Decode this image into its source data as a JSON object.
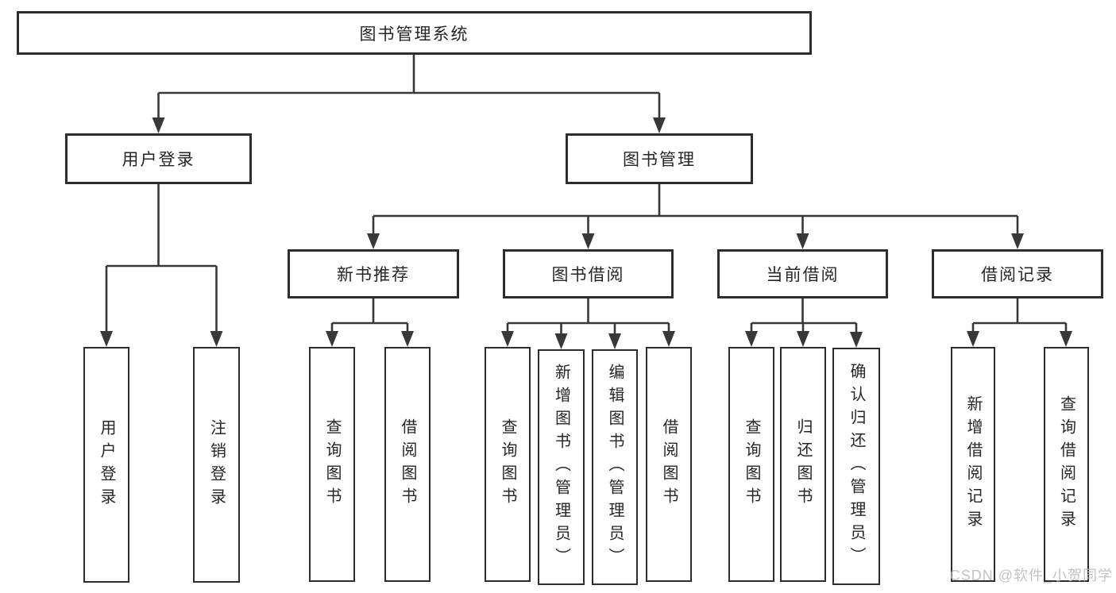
{
  "colors": {
    "background": "#ffffff",
    "line": "#383838",
    "box_border": "#2d2d2d",
    "text": "#262626",
    "watermark": "#b9b9b9"
  },
  "nodes": {
    "root": {
      "label": "图书管理系统"
    },
    "user_login_group": {
      "label": "用户登录"
    },
    "book_management": {
      "label": "图书管理"
    },
    "new_book_recommend": {
      "label": "新书推荐"
    },
    "book_borrowing": {
      "label": "图书借阅"
    },
    "current_borrowing": {
      "label": "当前借阅"
    },
    "borrow_records": {
      "label": "借阅记录"
    },
    "user_login": {
      "label": "用户登录"
    },
    "logout": {
      "label": "注销登录"
    },
    "nb_query_book": {
      "label": "查询图书"
    },
    "nb_borrow_book": {
      "label": "借阅图书"
    },
    "bb_query_book": {
      "label": "查询图书"
    },
    "bb_add_book": {
      "label": "新增图书（管理员）"
    },
    "bb_edit_book": {
      "label": "编辑图书（管理员）"
    },
    "bb_borrow_book": {
      "label": "借阅图书"
    },
    "cb_query_book": {
      "label": "查询图书"
    },
    "cb_return_book": {
      "label": "归还图书"
    },
    "cb_confirm_return": {
      "label": "确认归还（管理员）"
    },
    "br_add_record": {
      "label": "新增借阅记录"
    },
    "br_query_record": {
      "label": "查询借阅记录"
    }
  },
  "watermark": {
    "text": "CSDN @软件_小贺同学"
  }
}
